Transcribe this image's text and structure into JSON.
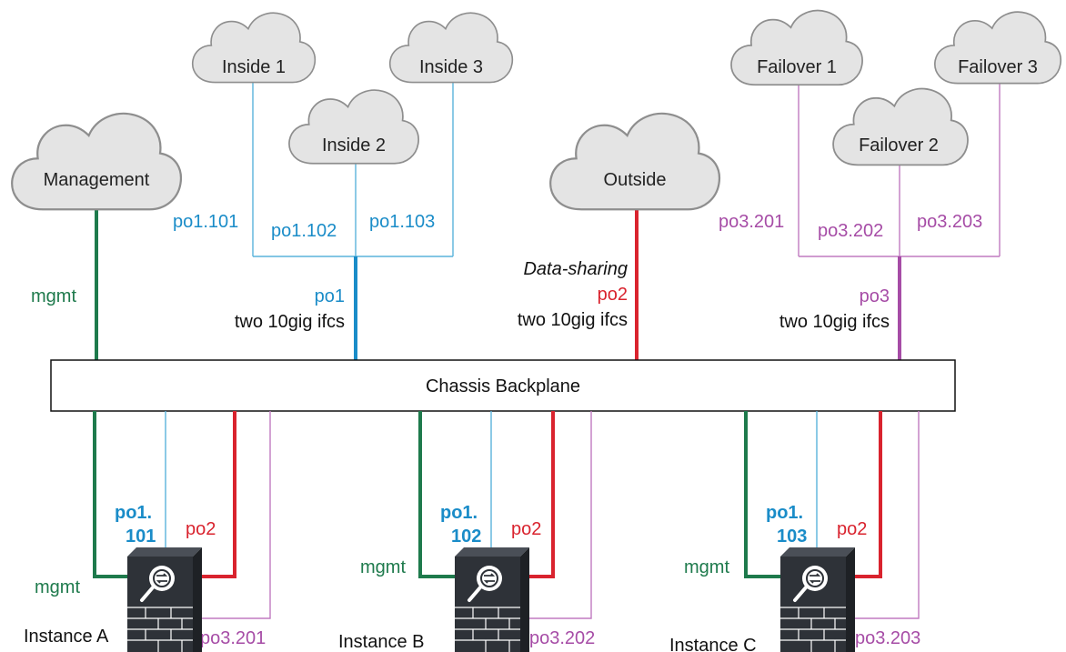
{
  "clouds": {
    "inside1": "Inside 1",
    "inside2": "Inside 2",
    "inside3": "Inside 3",
    "management": "Management",
    "outside": "Outside",
    "failover1": "Failover 1",
    "failover2": "Failover 2",
    "failover3": "Failover 3"
  },
  "links": {
    "po1_101": "po1.101",
    "po1_102": "po1.102",
    "po1_103": "po1.103",
    "po3_201": "po3.201",
    "po3_202": "po3.202",
    "po3_203": "po3.203",
    "mgmt": "mgmt",
    "po1": "po1",
    "po2": "po2",
    "po3": "po3",
    "two10gig": "two 10gig ifcs",
    "data_sharing": "Data-sharing"
  },
  "backplane": "Chassis Backplane",
  "instances": [
    {
      "name": "Instance A",
      "mgmt": "mgmt",
      "po1_top": "po1.",
      "po1_bottom": "101",
      "po2": "po2",
      "po3": "po3.201"
    },
    {
      "name": "Instance B",
      "mgmt": "mgmt",
      "po1_top": "po1.",
      "po1_bottom": "102",
      "po2": "po2",
      "po3": "po3.202"
    },
    {
      "name": "Instance C",
      "mgmt": "mgmt",
      "po1_top": "po1.",
      "po1_bottom": "103",
      "po2": "po2",
      "po3": "po3.203"
    }
  ],
  "colors": {
    "mgmt": "#1e7a4c",
    "po1": "#1a8cc8",
    "po1_thin": "#5ab4dc",
    "po2": "#d9232e",
    "po3": "#a64ca6",
    "po3_thin": "#c07ac0",
    "cloud_fill": "#e4e4e4",
    "cloud_stroke": "#8e8e8e",
    "device_dark": "#2e3238"
  }
}
